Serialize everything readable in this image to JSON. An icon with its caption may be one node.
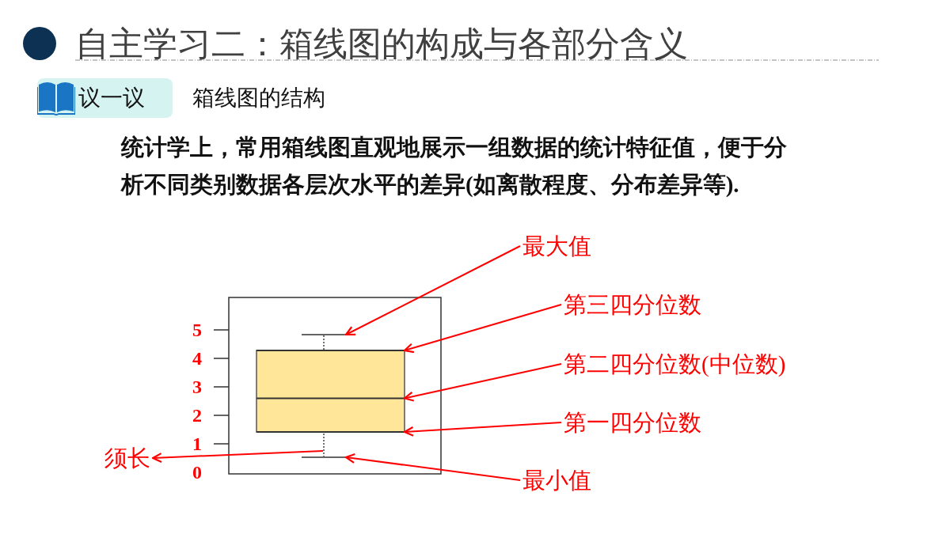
{
  "diagram": {
    "title": "自主学习二：箱线图的构成与各部分含义",
    "nodes": [
      {
        "text": [
          "议一议"
        ]
      },
      {
        "text": [
          "最大值"
        ]
      },
      {
        "text": [
          "第三四分位数"
        ]
      },
      {
        "text": [
          "第二四分位数(中位数)"
        ]
      },
      {
        "text": [
          "第一四分位数"
        ]
      },
      {
        "text": [
          "须长"
        ]
      },
      {
        "text": [
          "最小值"
        ]
      },
      {
        "text": [],
        "shape": "line"
      },
      {
        "text": [],
        "shape": "line"
      },
      {
        "text": [],
        "shape": "line"
      },
      {
        "text": [],
        "shape": "line"
      },
      {
        "text": [],
        "shape": "line"
      },
      {
        "text": [],
        "shape": "line"
      },
      {
        "text": [],
        "shape": "line"
      }
    ],
    "edges": [
      {
        "from": 1,
        "to": 7,
        "arrow": "to"
      },
      {
        "from": 2,
        "to": 9,
        "arrow": "to"
      },
      {
        "from": 3,
        "to": 10,
        "arrow": "to"
      },
      {
        "from": 4,
        "to": 11,
        "arrow": "to"
      },
      {
        "from": 12,
        "to": 5,
        "arrow": "to"
      },
      {
        "from": 6,
        "to": 13,
        "arrow": "to"
      }
    ],
    "labels": [
      "箱线图的结构",
      "统计学上，常用箱线图直观地展示一组数据的统计特征值，便于分析不同类别数据各层次水平的差异(如离散程度、分布差异等).",
      "5",
      "4",
      "3",
      "2",
      "1",
      "0"
    ]
  }
}
